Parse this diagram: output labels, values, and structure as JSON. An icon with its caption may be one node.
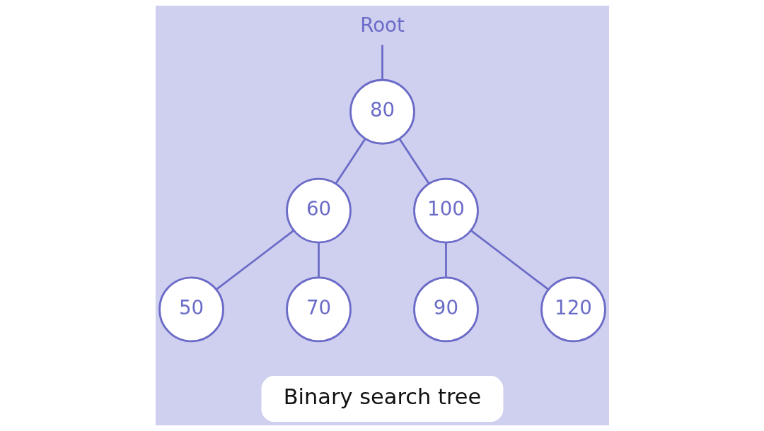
{
  "diagram": {
    "nodes": [
      {
        "text": [
          "Root"
        ]
      },
      {
        "text": [
          "80"
        ]
      },
      {
        "text": [
          "60"
        ]
      },
      {
        "text": [
          "100"
        ]
      },
      {
        "text": [
          "50"
        ]
      },
      {
        "text": [
          "70"
        ]
      },
      {
        "text": [
          "90"
        ]
      },
      {
        "text": [
          "120"
        ]
      },
      {
        "text": [
          "Binary search tree"
        ]
      }
    ],
    "edges": [
      {
        "from": 0,
        "to": 1,
        "arrow": "none"
      },
      {
        "from": 1,
        "to": 2,
        "arrow": "none"
      },
      {
        "from": 1,
        "to": 3,
        "arrow": "none"
      },
      {
        "from": 2,
        "to": 4,
        "arrow": "none"
      },
      {
        "from": 2,
        "to": 5,
        "arrow": "none"
      },
      {
        "from": 3,
        "to": 6,
        "arrow": "none"
      },
      {
        "from": 3,
        "to": 7,
        "arrow": "none"
      }
    ]
  }
}
